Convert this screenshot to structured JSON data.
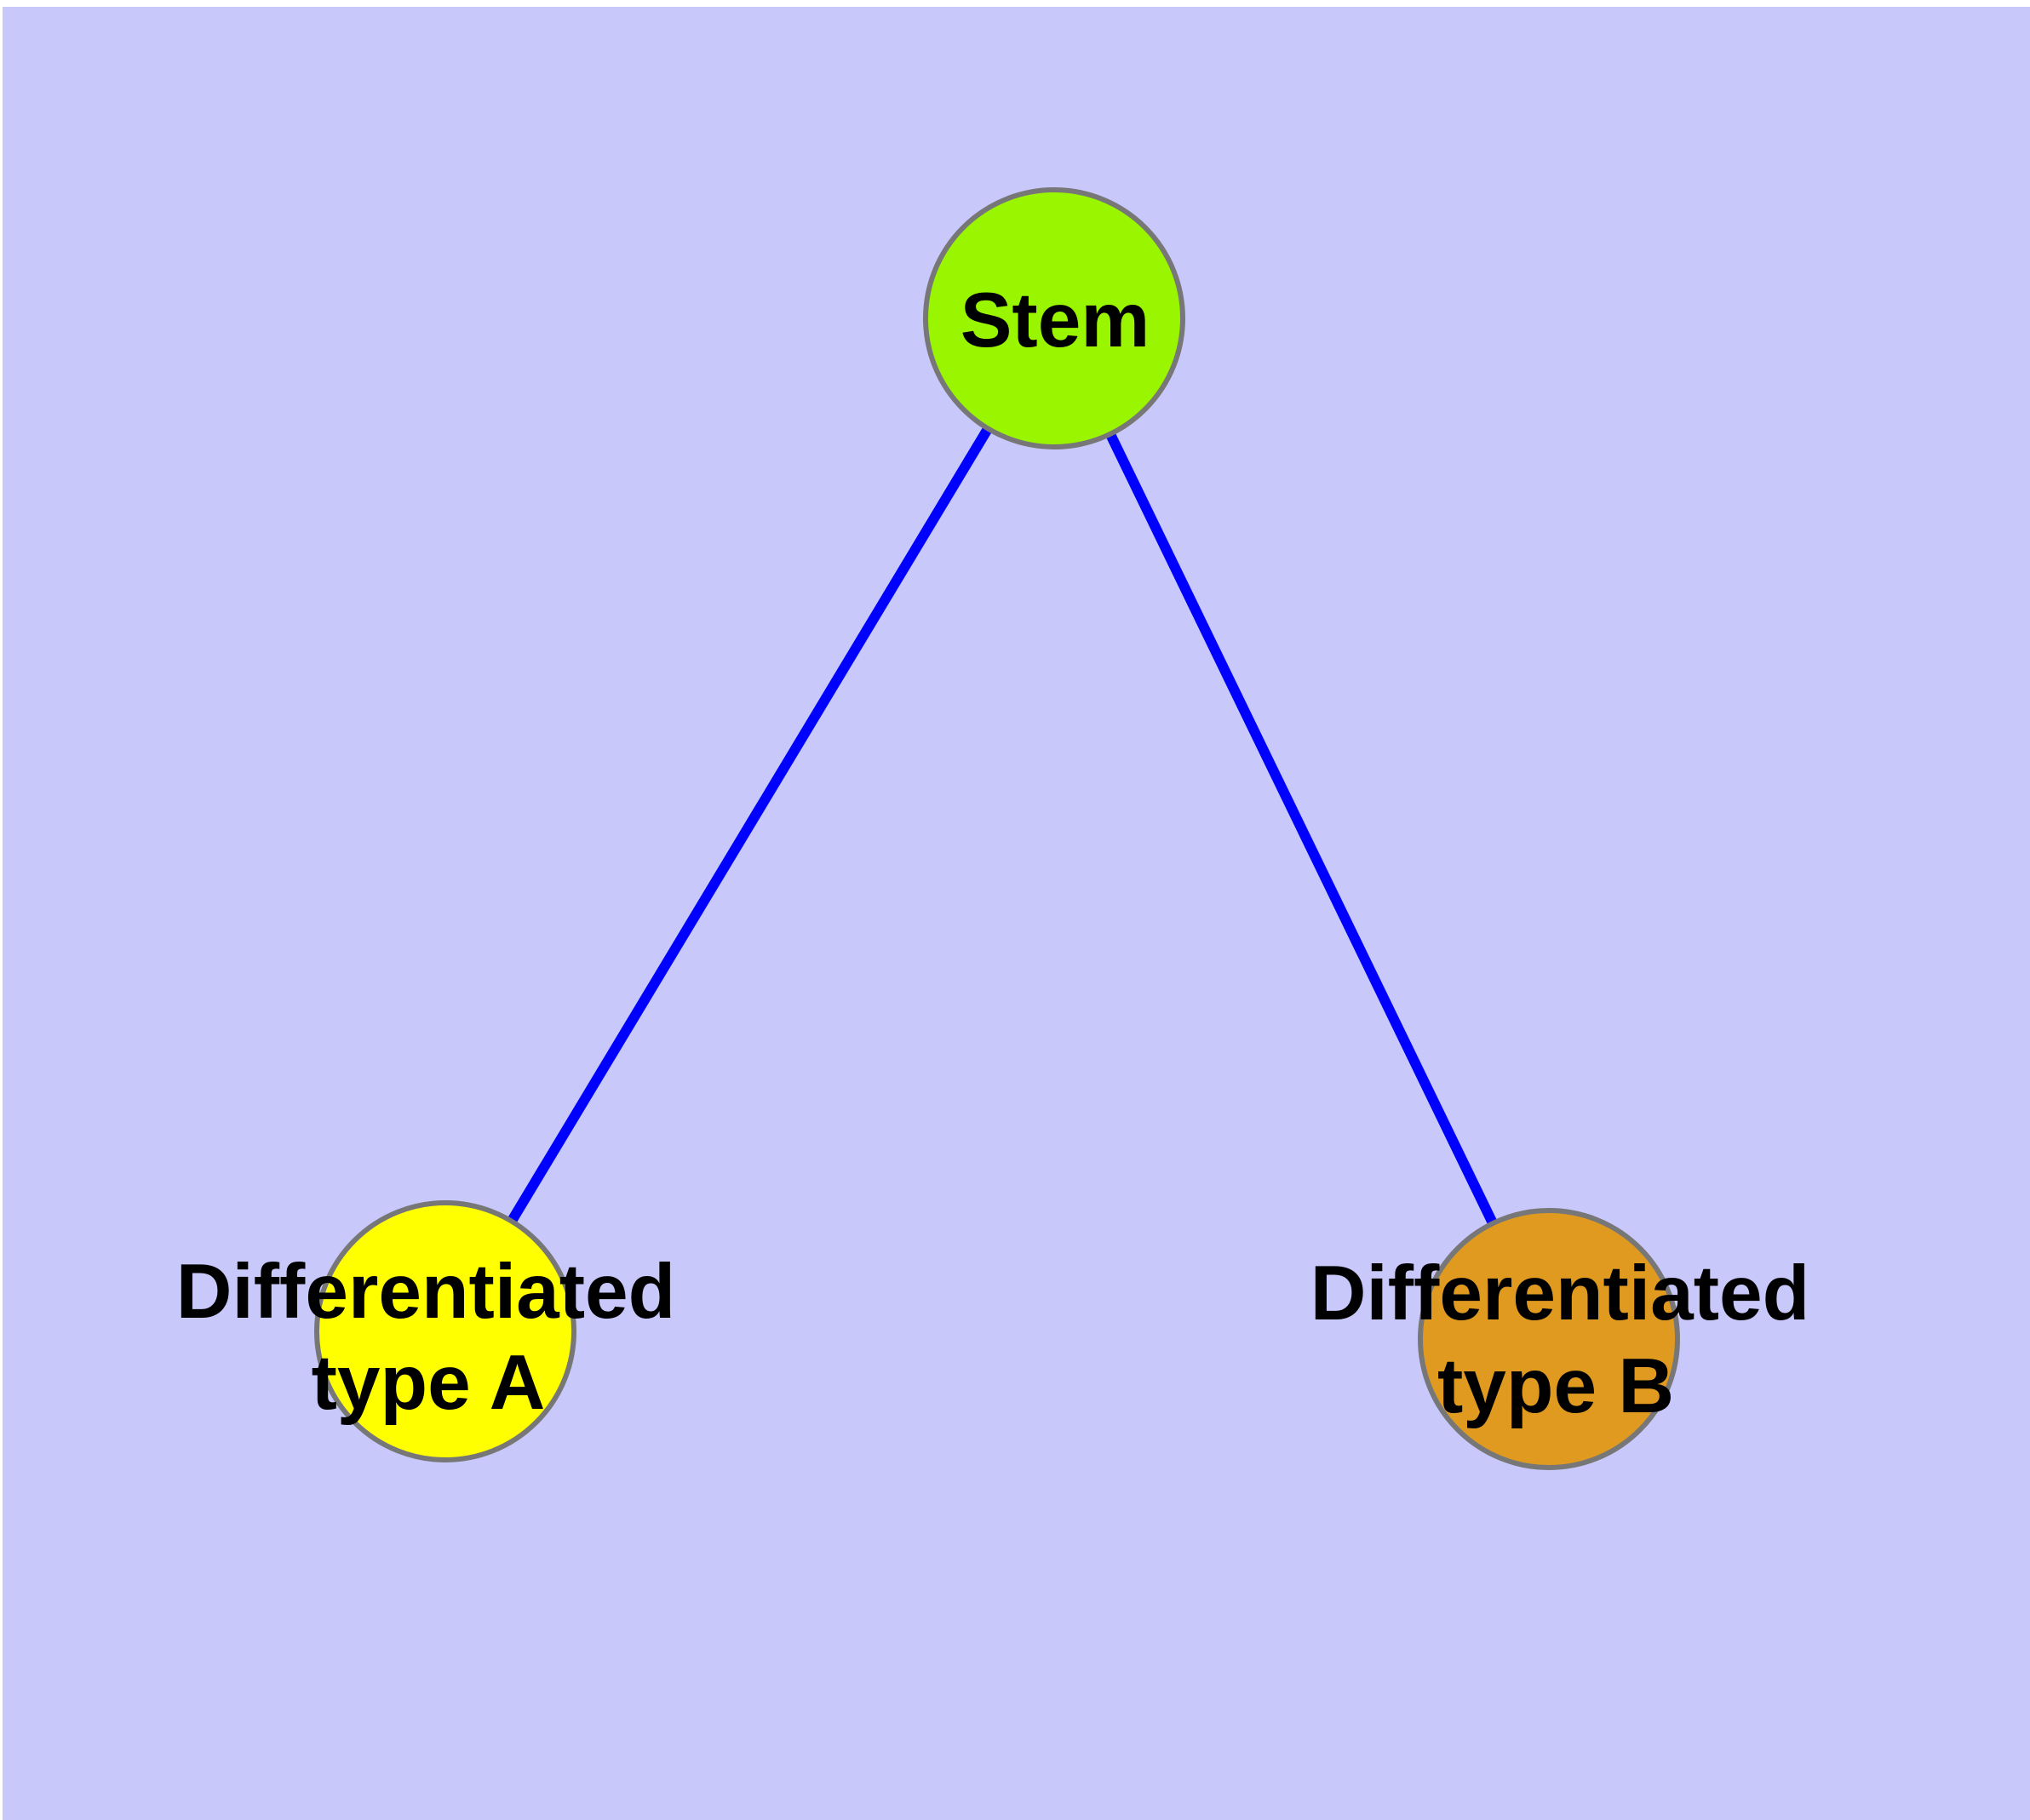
{
  "diagram": {
    "type": "node-link-graph",
    "background_color": "#C8C8FA",
    "margin_color": "#FFFFFF",
    "edge_color": "#0000FF",
    "node_border_color": "#777777",
    "text_color": "#000000",
    "nodes": [
      {
        "id": "stem",
        "label": "Stem",
        "fill": "#9AF500"
      },
      {
        "id": "differentiated-type-a",
        "label_line1": "Differentiated",
        "label_line2": "type A",
        "fill": "#FFFF00"
      },
      {
        "id": "differentiated-type-b",
        "label_line1": "Differentiated",
        "label_line2": "type B",
        "fill": "#E09A20"
      }
    ],
    "edges": [
      {
        "from": "Stem",
        "to": "Differentiated type A"
      },
      {
        "from": "Stem",
        "to": "Differentiated type B"
      }
    ]
  }
}
